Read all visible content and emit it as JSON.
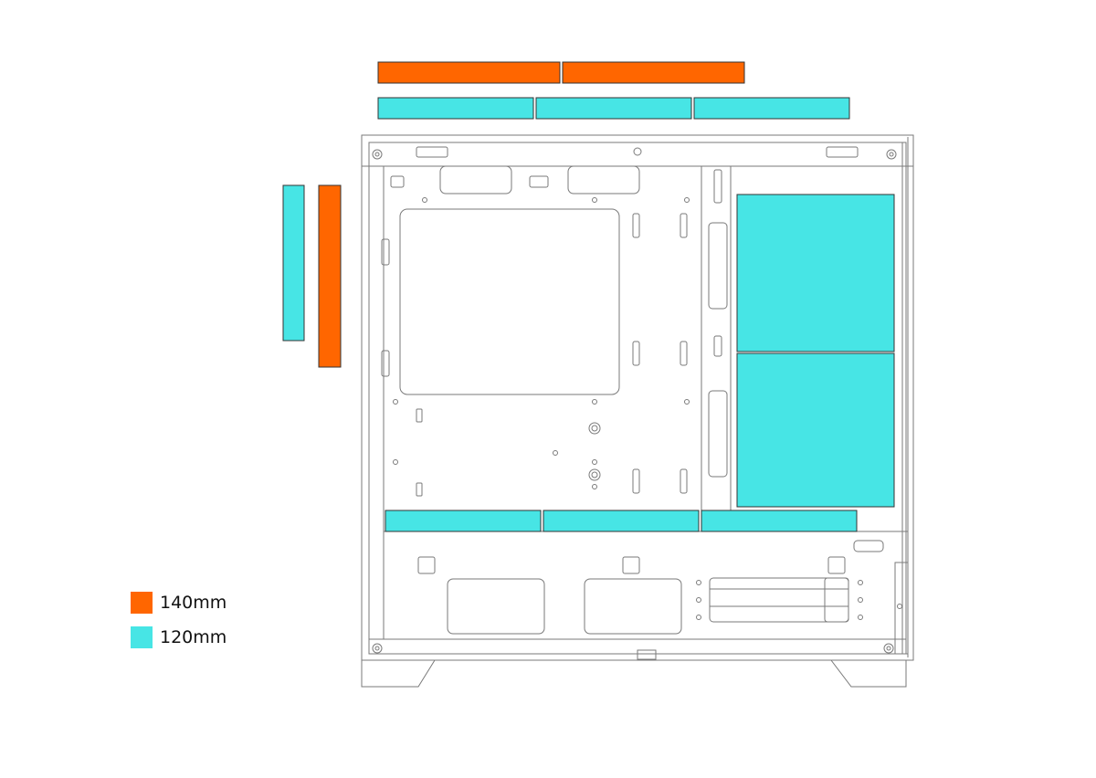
{
  "colors": {
    "fan_140": "#FF6600",
    "fan_120": "#47E5E5",
    "outline": "#7a7a7a"
  },
  "diagram": {
    "subject": "case-side-view-fan-support"
  },
  "legend": {
    "items": [
      {
        "key": "fan_140",
        "label": "140mm"
      },
      {
        "key": "fan_120",
        "label": "120mm"
      }
    ]
  }
}
